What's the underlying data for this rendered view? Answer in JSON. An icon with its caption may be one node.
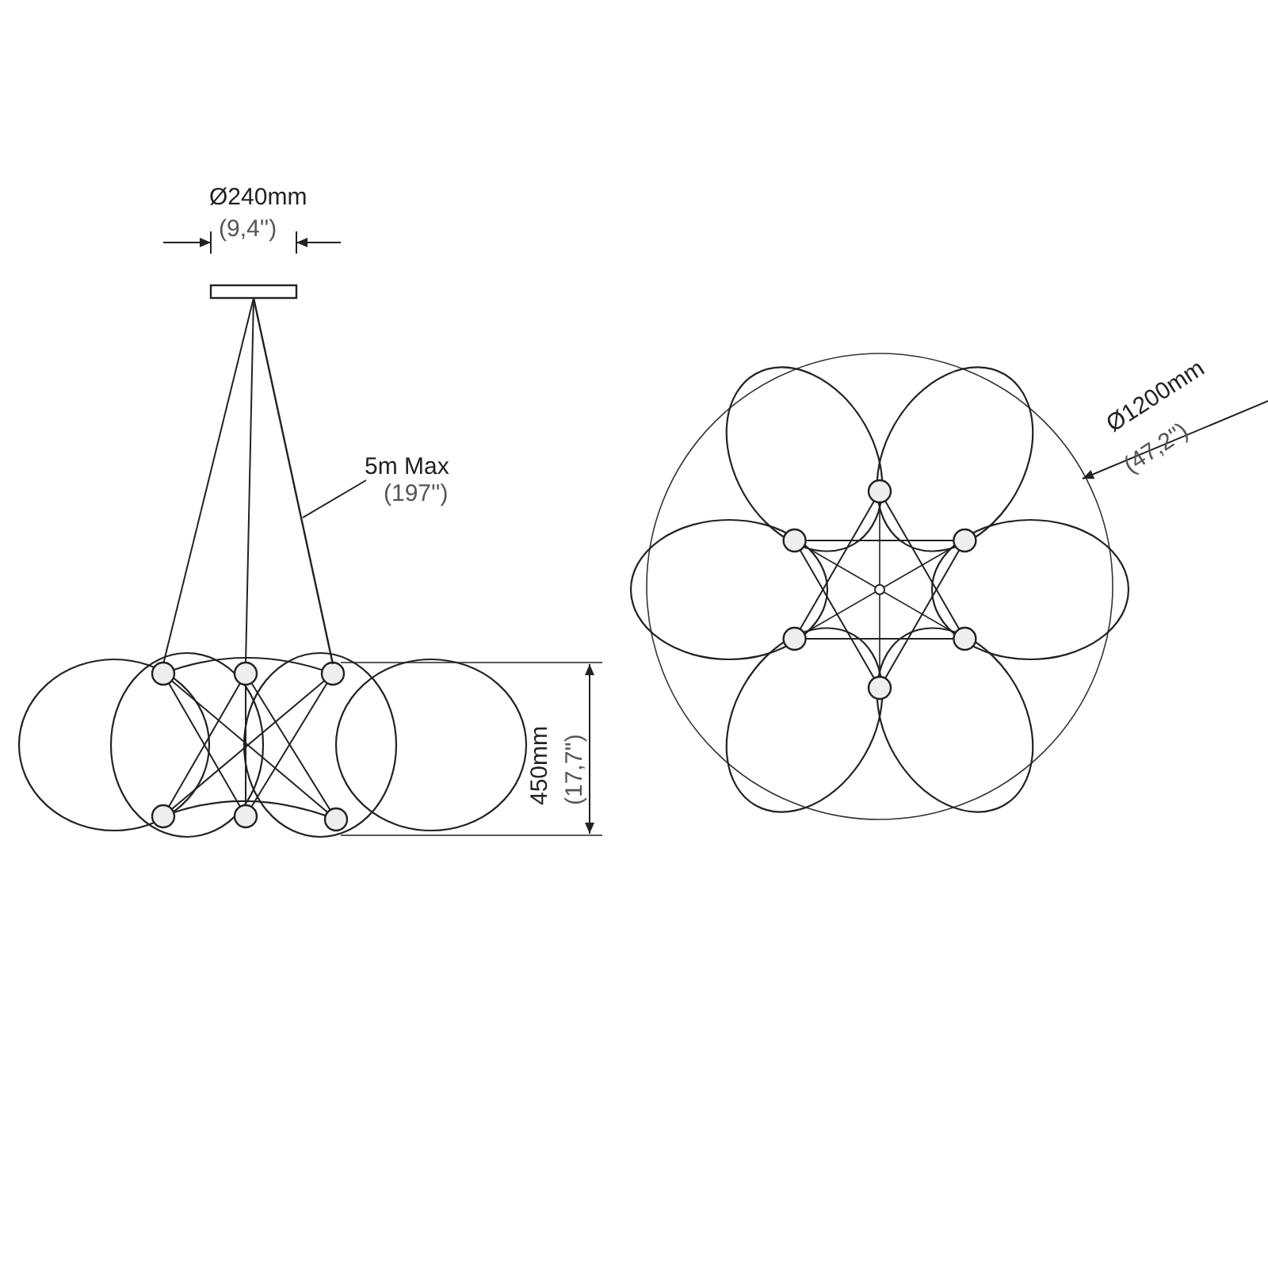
{
  "diagram": {
    "nodes": [
      {
        "text": [
          "5m Max",
          "(197'')"
        ]
      },
      {
        "text": [],
        "shape": "line"
      }
    ],
    "edges": [
      {
        "from": 0,
        "to": 1,
        "arrow": "none"
      }
    ],
    "labels": [
      "Ø240mm",
      "(9,4'')",
      "450mm",
      "(17,7'')",
      "Ø1200mm",
      "(47,2'')"
    ]
  }
}
